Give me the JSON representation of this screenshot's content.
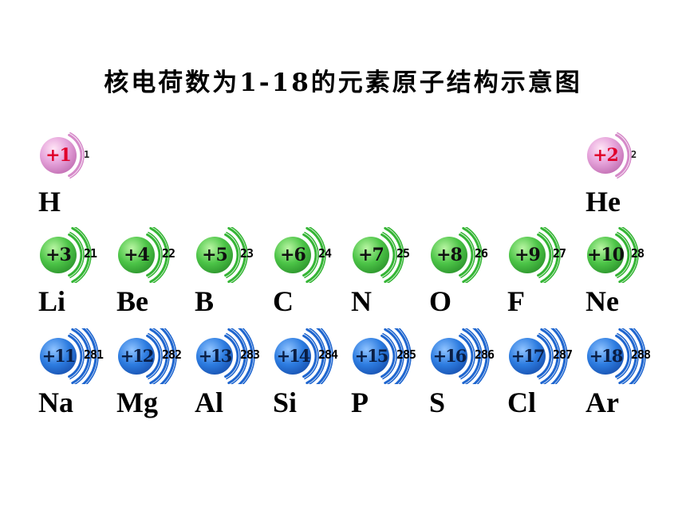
{
  "title": "核电荷数为1-18的元素原子结构示意图",
  "colors": {
    "pink": "#d68ac9",
    "green": "#35b535",
    "blue": "#1f66cf",
    "charge_red": "#e0002b"
  },
  "elements": [
    {
      "symbol": "H",
      "charge": "+1",
      "config": "1",
      "color": "pink"
    },
    {
      "symbol": "He",
      "charge": "+2",
      "config": "2",
      "color": "pink"
    },
    {
      "symbol": "Li",
      "charge": "+3",
      "config": "21",
      "color": "green"
    },
    {
      "symbol": "Be",
      "charge": "+4",
      "config": "22",
      "color": "green"
    },
    {
      "symbol": "B",
      "charge": "+5",
      "config": "23",
      "color": "green"
    },
    {
      "symbol": "C",
      "charge": "+6",
      "config": "24",
      "color": "green"
    },
    {
      "symbol": "N",
      "charge": "+7",
      "config": "25",
      "color": "green"
    },
    {
      "symbol": "O",
      "charge": "+8",
      "config": "26",
      "color": "green"
    },
    {
      "symbol": "F",
      "charge": "+9",
      "config": "27",
      "color": "green"
    },
    {
      "symbol": "Ne",
      "charge": "+10",
      "config": "28",
      "color": "green"
    },
    {
      "symbol": "Na",
      "charge": "+11",
      "config": "281",
      "color": "blue"
    },
    {
      "symbol": "Mg",
      "charge": "+12",
      "config": "282",
      "color": "blue"
    },
    {
      "symbol": "Al",
      "charge": "+13",
      "config": "283",
      "color": "blue"
    },
    {
      "symbol": "Si",
      "charge": "+14",
      "config": "284",
      "color": "blue"
    },
    {
      "symbol": "P",
      "charge": "+15",
      "config": "285",
      "color": "blue"
    },
    {
      "symbol": "S",
      "charge": "+16",
      "config": "286",
      "color": "blue"
    },
    {
      "symbol": "Cl",
      "charge": "+17",
      "config": "287",
      "color": "blue"
    },
    {
      "symbol": "Ar",
      "charge": "+18",
      "config": "288",
      "color": "blue"
    }
  ]
}
